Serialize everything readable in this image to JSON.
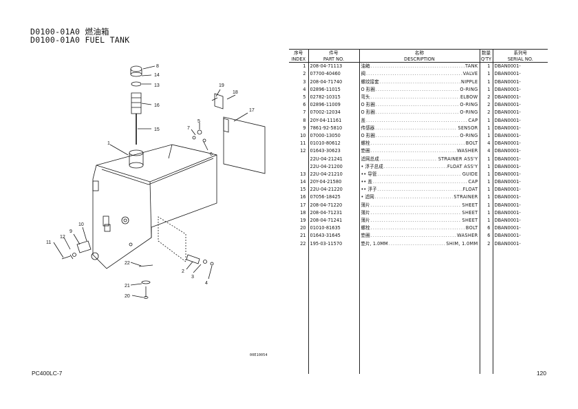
{
  "title": {
    "line1": "D0100-01A0 燃油箱",
    "line2": "D0100-01A0 FUEL TANK"
  },
  "diagram": {
    "drawing_no": "00E10054",
    "callouts": [
      "1",
      "2",
      "3",
      "4",
      "5",
      "6",
      "7",
      "8",
      "9",
      "10",
      "11",
      "12",
      "13",
      "14",
      "15",
      "16",
      "17",
      "18",
      "19",
      "20",
      "21",
      "22"
    ]
  },
  "table": {
    "headers": {
      "index_cn": "序号",
      "index_en": "INDEX",
      "part_cn": "件号",
      "part_en": "PART NO.",
      "desc_cn": "名称",
      "desc_en": "DESCRIPTION",
      "qty_cn": "数量",
      "qty_en": "Q'TY",
      "serial_cn": "系列号",
      "serial_en": "SERIAL NO."
    },
    "rows": [
      {
        "index": "1",
        "part": "208-04-71113",
        "cn": "油箱",
        "en": "TANK",
        "qty": "1",
        "serial": "DBAN0001-"
      },
      {
        "index": "2",
        "part": "07700-40460",
        "cn": "阀",
        "en": "VALVE",
        "qty": "1",
        "serial": "DBAN0001-"
      },
      {
        "index": "3",
        "part": "208-04-71740",
        "cn": "螺纹接套",
        "en": "NIPPLE",
        "qty": "1",
        "serial": "DBAN0001-"
      },
      {
        "index": "4",
        "part": "02896-11015",
        "cn": "O 形圈",
        "en": "O-RING",
        "qty": "1",
        "serial": "DBAN0001-"
      },
      {
        "index": "5",
        "part": "02782-10315",
        "cn": "弯头",
        "en": "ELBOW",
        "qty": "2",
        "serial": "DBAN0001-"
      },
      {
        "index": "6",
        "part": "02896-11009",
        "cn": "O 形圈",
        "en": "O-RING",
        "qty": "2",
        "serial": "DBAN0001-"
      },
      {
        "index": "7",
        "part": "07002-12034",
        "cn": "O 形圈",
        "en": "O-RING",
        "qty": "2",
        "serial": "DBAN0001-"
      },
      {
        "index": "8",
        "part": "20Y-04-11161",
        "cn": "盖",
        "en": "CAP",
        "qty": "1",
        "serial": "DBAN0001-"
      },
      {
        "index": "9",
        "part": "7861-92-5810",
        "cn": "传感器",
        "en": "SENSOR",
        "qty": "1",
        "serial": "DBAN0001-"
      },
      {
        "index": "10",
        "part": "07000-13050",
        "cn": "O 形圈",
        "en": "O-RING",
        "qty": "1",
        "serial": "DBAN0001-"
      },
      {
        "index": "11",
        "part": "01010-80612",
        "cn": "螺栓",
        "en": "BOLT",
        "qty": "4",
        "serial": "DBAN0001-"
      },
      {
        "index": "12",
        "part": "01643-30623",
        "cn": "垫圈",
        "en": "WASHER",
        "qty": "4",
        "serial": "DBAN0001-"
      },
      {
        "index": "",
        "part": "22U-04-21241",
        "cn": "滤网总成",
        "en": "STRAINER ASS'Y",
        "qty": "1",
        "serial": "DBAN0001-"
      },
      {
        "index": "",
        "part": "22U-04-21200",
        "cn": "• 浮子总成",
        "en": "FLOAT ASS'Y",
        "qty": "1",
        "serial": "DBAN0001-"
      },
      {
        "index": "13",
        "part": "22U-04-21210",
        "cn": "•• 导管",
        "en": "GUIDE",
        "qty": "1",
        "serial": "DBAN0001-"
      },
      {
        "index": "14",
        "part": "20Y-04-21580",
        "cn": "•• 盖",
        "en": "CAP",
        "qty": "1",
        "serial": "DBAN0001-"
      },
      {
        "index": "15",
        "part": "22U-04-21220",
        "cn": "•• 浮子",
        "en": "FLOAT",
        "qty": "1",
        "serial": "DBAN0001-"
      },
      {
        "index": "16",
        "part": "07056-18425",
        "cn": "• 滤网",
        "en": "STRAINER",
        "qty": "1",
        "serial": "DBAN0001-"
      },
      {
        "index": "17",
        "part": "208-04-71220",
        "cn": "薄片",
        "en": "SHEET",
        "qty": "1",
        "serial": "DBAN0001-"
      },
      {
        "index": "18",
        "part": "208-04-71231",
        "cn": "薄片",
        "en": "SHEET",
        "qty": "1",
        "serial": "DBAN0001-"
      },
      {
        "index": "19",
        "part": "208-04-71241",
        "cn": "薄片",
        "en": "SHEET",
        "qty": "1",
        "serial": "DBAN0001-"
      },
      {
        "index": "20",
        "part": "01010-81635",
        "cn": "螺栓",
        "en": "BOLT",
        "qty": "6",
        "serial": "DBAN0001-"
      },
      {
        "index": "21",
        "part": "01643-31645",
        "cn": "垫圈",
        "en": "WASHER",
        "qty": "6",
        "serial": "DBAN0001-"
      },
      {
        "index": "22",
        "part": "195-03-11570",
        "cn": "垫片, 1.0MM",
        "en": "SHIM, 1.0MM",
        "qty": "2",
        "serial": "DBAN0001-"
      }
    ]
  },
  "footer": {
    "model": "PC400LC-7",
    "page": "120"
  }
}
